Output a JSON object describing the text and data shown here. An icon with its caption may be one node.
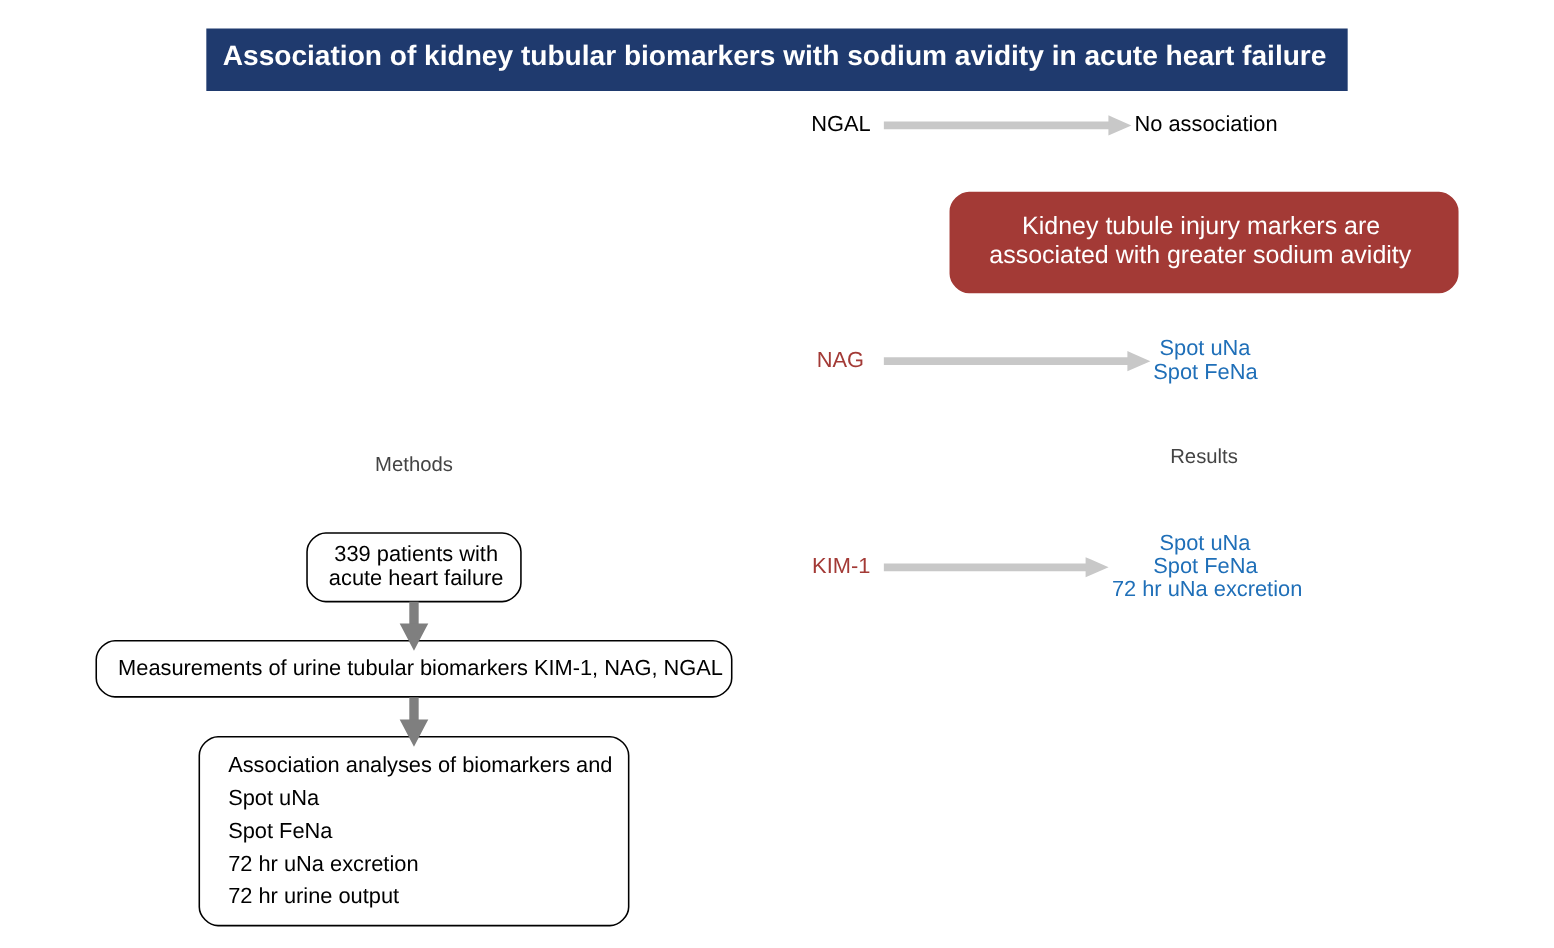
{
  "diagram": {
    "title": "Association of kidney tubular biomarkers with sodium avidity in acute heart failure",
    "nodes": [
      {
        "text": [
          "339 patients with acute heart failure"
        ]
      },
      {
        "text": [
          "Measurements of urine tubular biomarkers KIM-1, NAG, NGAL"
        ]
      },
      {
        "text": [
          "Association analyses of biomarkers and",
          "Spot uNa",
          "Spot FeNa",
          "72 hr uNa excretion",
          "72 hr urine output"
        ]
      },
      {
        "text": [
          "KIM-1"
        ]
      },
      {
        "text": [
          "Spot uNa",
          "Spot FeNa",
          "72 hr uNa excretion"
        ]
      },
      {
        "text": [
          "NAG"
        ]
      },
      {
        "text": [
          "Spot uNa",
          "Spot FeNa"
        ]
      },
      {
        "text": [
          "NGAL"
        ]
      },
      {
        "text": [
          "No association"
        ]
      },
      {
        "text": [
          "Kidney tubule injury markers are associated with greater sodium avidity"
        ]
      }
    ],
    "edges": [
      {
        "from": 0,
        "to": 1,
        "arrow": "to"
      },
      {
        "from": 1,
        "to": 2,
        "arrow": "to"
      },
      {
        "from": 3,
        "to": 4,
        "arrow": "to"
      },
      {
        "from": 5,
        "to": 6,
        "arrow": "to"
      },
      {
        "from": 7,
        "to": 8,
        "arrow": "to"
      }
    ],
    "labels": [
      "Methods",
      "Results"
    ]
  }
}
